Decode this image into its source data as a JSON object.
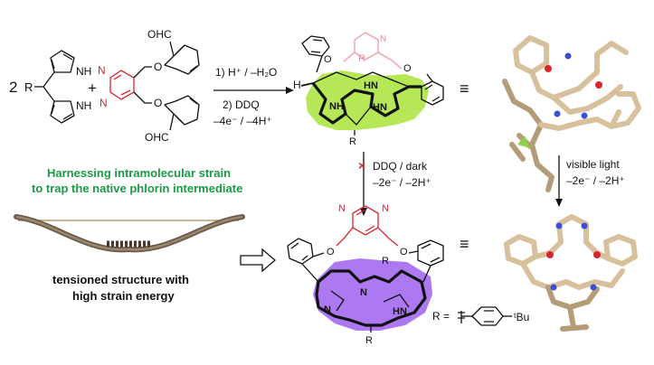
{
  "reactant_coefficient": "2",
  "dipyrromethane": {
    "r_label": "R",
    "nh_top": "NH",
    "nh_bottom": "NH"
  },
  "plus": "+",
  "dialdehyde": {
    "cho_top": "OHC",
    "cho_bottom": "OHC",
    "n_top": "N",
    "n_bottom": "N",
    "o_top": "O",
    "o_bottom": "O"
  },
  "conditions": {
    "step1": "1) H⁺ / –H₂O",
    "step2": "2) DDQ",
    "step3": "–4e⁻ / –4H⁺"
  },
  "phlorin": {
    "h_label": "H",
    "n_label": "N",
    "hn_label": "HN",
    "nh_label1": "NH",
    "nh_label2": "HN",
    "r_bottom": "R",
    "r_top": "R",
    "o_left": "O",
    "o_right": "O"
  },
  "equiv_symbol": "≡",
  "blocked_step": {
    "label1": "DDQ / dark",
    "label2": "–2e⁻ / –2H⁺",
    "mark": "×"
  },
  "light_step": {
    "label1": "visible light",
    "label2": "–2e⁻ / –2H⁺"
  },
  "headline": {
    "line1": "Harnessing intramolecular strain",
    "line2": "to trap the native phlorin intermediate"
  },
  "bow_caption": {
    "line1": "tensioned structure with",
    "line2": "high strain energy"
  },
  "porphyrin": {
    "n_top_left": "N",
    "n_top_right": "N",
    "o_left": "O",
    "o_right": "O",
    "r_top": "R",
    "r_bottom": "R",
    "n_left": "N",
    "hn_right": "HN",
    "nh_top": "N"
  },
  "r_definition": {
    "prefix": "R =",
    "substituent": "ᵗBu"
  },
  "colors": {
    "green_highlight": "#a8e33a",
    "purple_highlight": "#a46af2",
    "headline_green": "#1a9a47",
    "red": "#d8262f",
    "pink": "#ee8c98"
  }
}
